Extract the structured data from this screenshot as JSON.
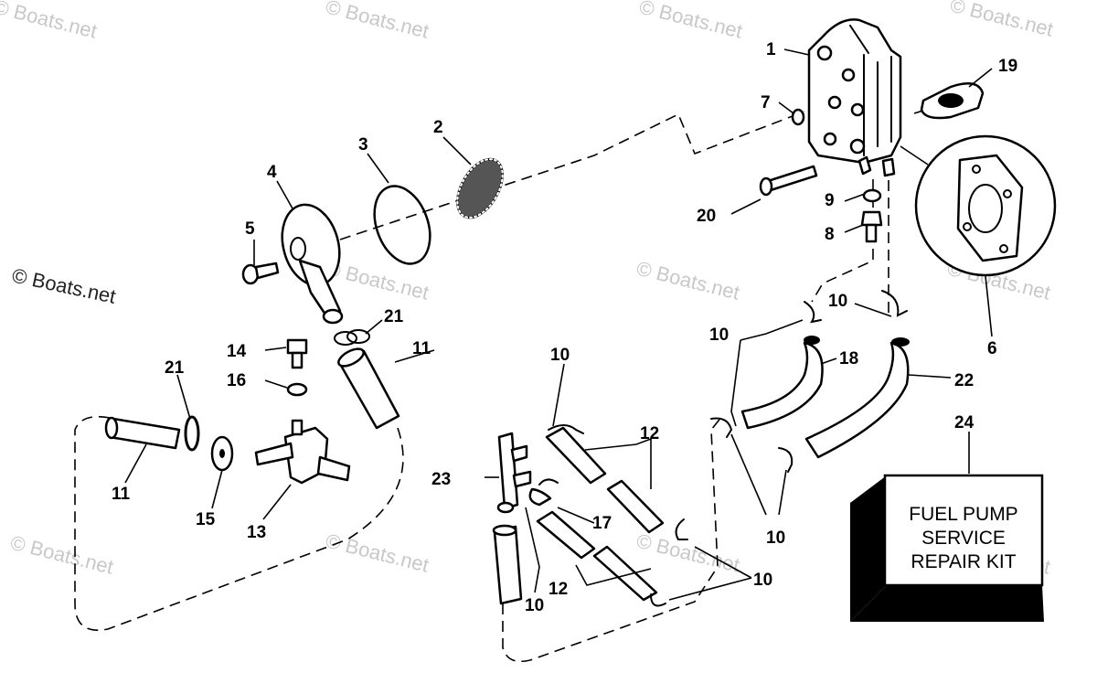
{
  "watermarks": {
    "faint": "© Boats.net",
    "prominent": "© Boats.net"
  },
  "callouts": {
    "c1": "1",
    "c2": "2",
    "c3": "3",
    "c4": "4",
    "c5": "5",
    "c6": "6",
    "c7": "7",
    "c8": "8",
    "c9": "9",
    "c10": "10",
    "c11": "11",
    "c12": "12",
    "c13": "13",
    "c14": "14",
    "c15": "15",
    "c16": "16",
    "c17": "17",
    "c18": "18",
    "c19": "19",
    "c20": "20",
    "c21": "21",
    "c22": "22",
    "c23": "23",
    "c24": "24"
  },
  "kit": {
    "line1": "FUEL PUMP",
    "line2": "SERVICE",
    "line3": "REPAIR KIT"
  }
}
